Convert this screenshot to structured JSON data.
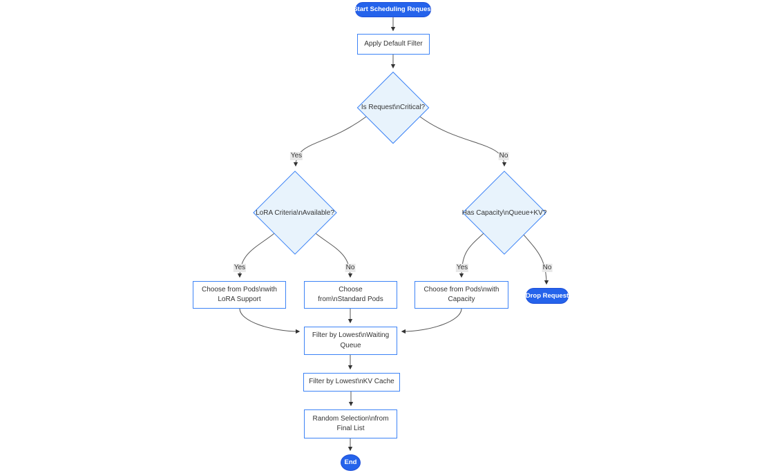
{
  "diagram": {
    "type": "flowchart",
    "direction": "top-down",
    "nodes": {
      "start": {
        "label": "Start Scheduling Request",
        "shape": "stadium"
      },
      "apply_filter": {
        "label": "Apply Default Filter",
        "shape": "rect"
      },
      "is_critical": {
        "label": "Is Request\\nCritical?",
        "shape": "diamond"
      },
      "lora_available": {
        "label": "LoRA Criteria\\nAvailable?",
        "shape": "diamond"
      },
      "has_capacity": {
        "label": "Has Capacity\\nQueue+KV?",
        "shape": "diamond"
      },
      "choose_lora_pods": {
        "label": "Choose from Pods\\nwith LoRA Support",
        "shape": "rect"
      },
      "choose_standard_pods": {
        "label": "Choose from\\nStandard Pods",
        "shape": "rect"
      },
      "choose_capacity_pods": {
        "label": "Choose from Pods\\nwith Capacity",
        "shape": "rect"
      },
      "drop_request": {
        "label": "Drop Request",
        "shape": "stadium"
      },
      "filter_waiting_queue": {
        "label": "Filter by Lowest\\nWaiting Queue",
        "shape": "rect"
      },
      "filter_kv_cache": {
        "label": "Filter by Lowest\\nKV Cache",
        "shape": "rect"
      },
      "random_selection": {
        "label": "Random Selection\\nfrom Final List",
        "shape": "rect"
      },
      "end": {
        "label": "End",
        "shape": "circle"
      }
    },
    "edges": [
      {
        "from": "start",
        "to": "apply_filter"
      },
      {
        "from": "apply_filter",
        "to": "is_critical"
      },
      {
        "from": "is_critical",
        "to": "lora_available",
        "label": "Yes"
      },
      {
        "from": "is_critical",
        "to": "has_capacity",
        "label": "No"
      },
      {
        "from": "lora_available",
        "to": "choose_lora_pods",
        "label": "Yes"
      },
      {
        "from": "lora_available",
        "to": "choose_standard_pods",
        "label": "No"
      },
      {
        "from": "has_capacity",
        "to": "choose_capacity_pods",
        "label": "Yes"
      },
      {
        "from": "has_capacity",
        "to": "drop_request",
        "label": "No"
      },
      {
        "from": "choose_lora_pods",
        "to": "filter_waiting_queue"
      },
      {
        "from": "choose_standard_pods",
        "to": "filter_waiting_queue"
      },
      {
        "from": "choose_capacity_pods",
        "to": "filter_waiting_queue"
      },
      {
        "from": "filter_waiting_queue",
        "to": "filter_kv_cache"
      },
      {
        "from": "filter_kv_cache",
        "to": "random_selection"
      },
      {
        "from": "random_selection",
        "to": "end"
      }
    ],
    "colors": {
      "node_fill_primary": "#2563eb",
      "node_border_primary": "#1d4ed8",
      "node_text_primary": "#ffffff",
      "rect_fill": "#ffffff",
      "rect_border": "#3b82f6",
      "decision_fill": "#e8f3fc",
      "decision_border": "#3b82f6",
      "node_text": "#333333",
      "edge_stroke": "#555555",
      "arrowhead": "#333333",
      "edge_label_bg": "#e8e8e8",
      "canvas_bg": "#ffffff"
    }
  }
}
